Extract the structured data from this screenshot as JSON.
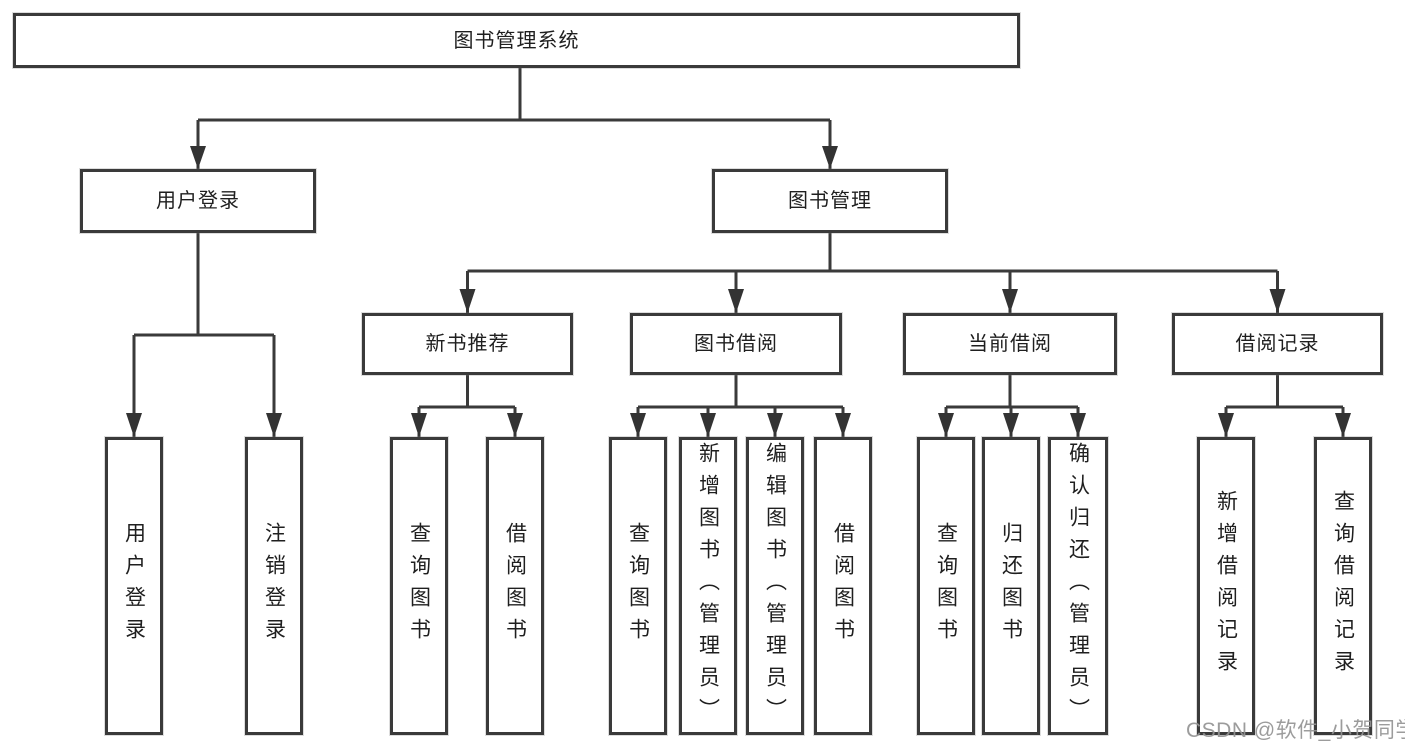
{
  "tree": {
    "label": "图书管理系统",
    "children": [
      {
        "label": "用户登录",
        "children": [
          {
            "label": "用户登录"
          },
          {
            "label": "注销登录"
          }
        ]
      },
      {
        "label": "图书管理",
        "children": [
          {
            "label": "新书推荐",
            "children": [
              {
                "label": "查询图书"
              },
              {
                "label": "借阅图书"
              }
            ]
          },
          {
            "label": "图书借阅",
            "children": [
              {
                "label": "查询图书"
              },
              {
                "label": "新增图书（管理员）"
              },
              {
                "label": "编辑图书（管理员）"
              },
              {
                "label": "借阅图书"
              }
            ]
          },
          {
            "label": "当前借阅",
            "children": [
              {
                "label": "查询图书"
              },
              {
                "label": "归还图书"
              },
              {
                "label": "确认归还（管理员）"
              }
            ]
          },
          {
            "label": "借阅记录",
            "children": [
              {
                "label": "新增借阅记录"
              },
              {
                "label": "查询借阅记录"
              }
            ]
          }
        ]
      }
    ]
  },
  "watermark": {
    "text": "CSDN @软件_小贺同学"
  },
  "colors": {
    "line": "#3a3a3a",
    "box_border": "#3a3a3a",
    "text": "#1f1f1f",
    "watermark": "#949494",
    "background": "#ffffff"
  }
}
